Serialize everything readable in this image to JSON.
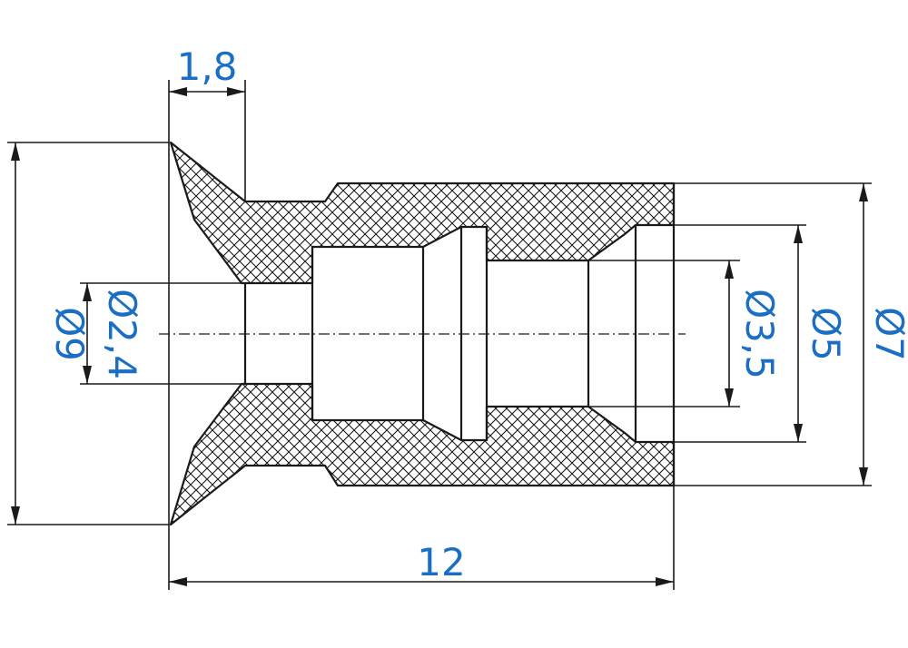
{
  "drawing": {
    "line_color": "#1a1a1a",
    "dimension_color": "#1a6fc4",
    "hatch": "cross-hatch",
    "dimensions": {
      "flange_thickness": "1,8",
      "outer_diameter_large": "Ø9",
      "bore_small": "Ø2,4",
      "bore_medium": "Ø3,5",
      "bore_large": "Ø5",
      "outer_diameter_body": "Ø7",
      "total_length": "12"
    }
  }
}
